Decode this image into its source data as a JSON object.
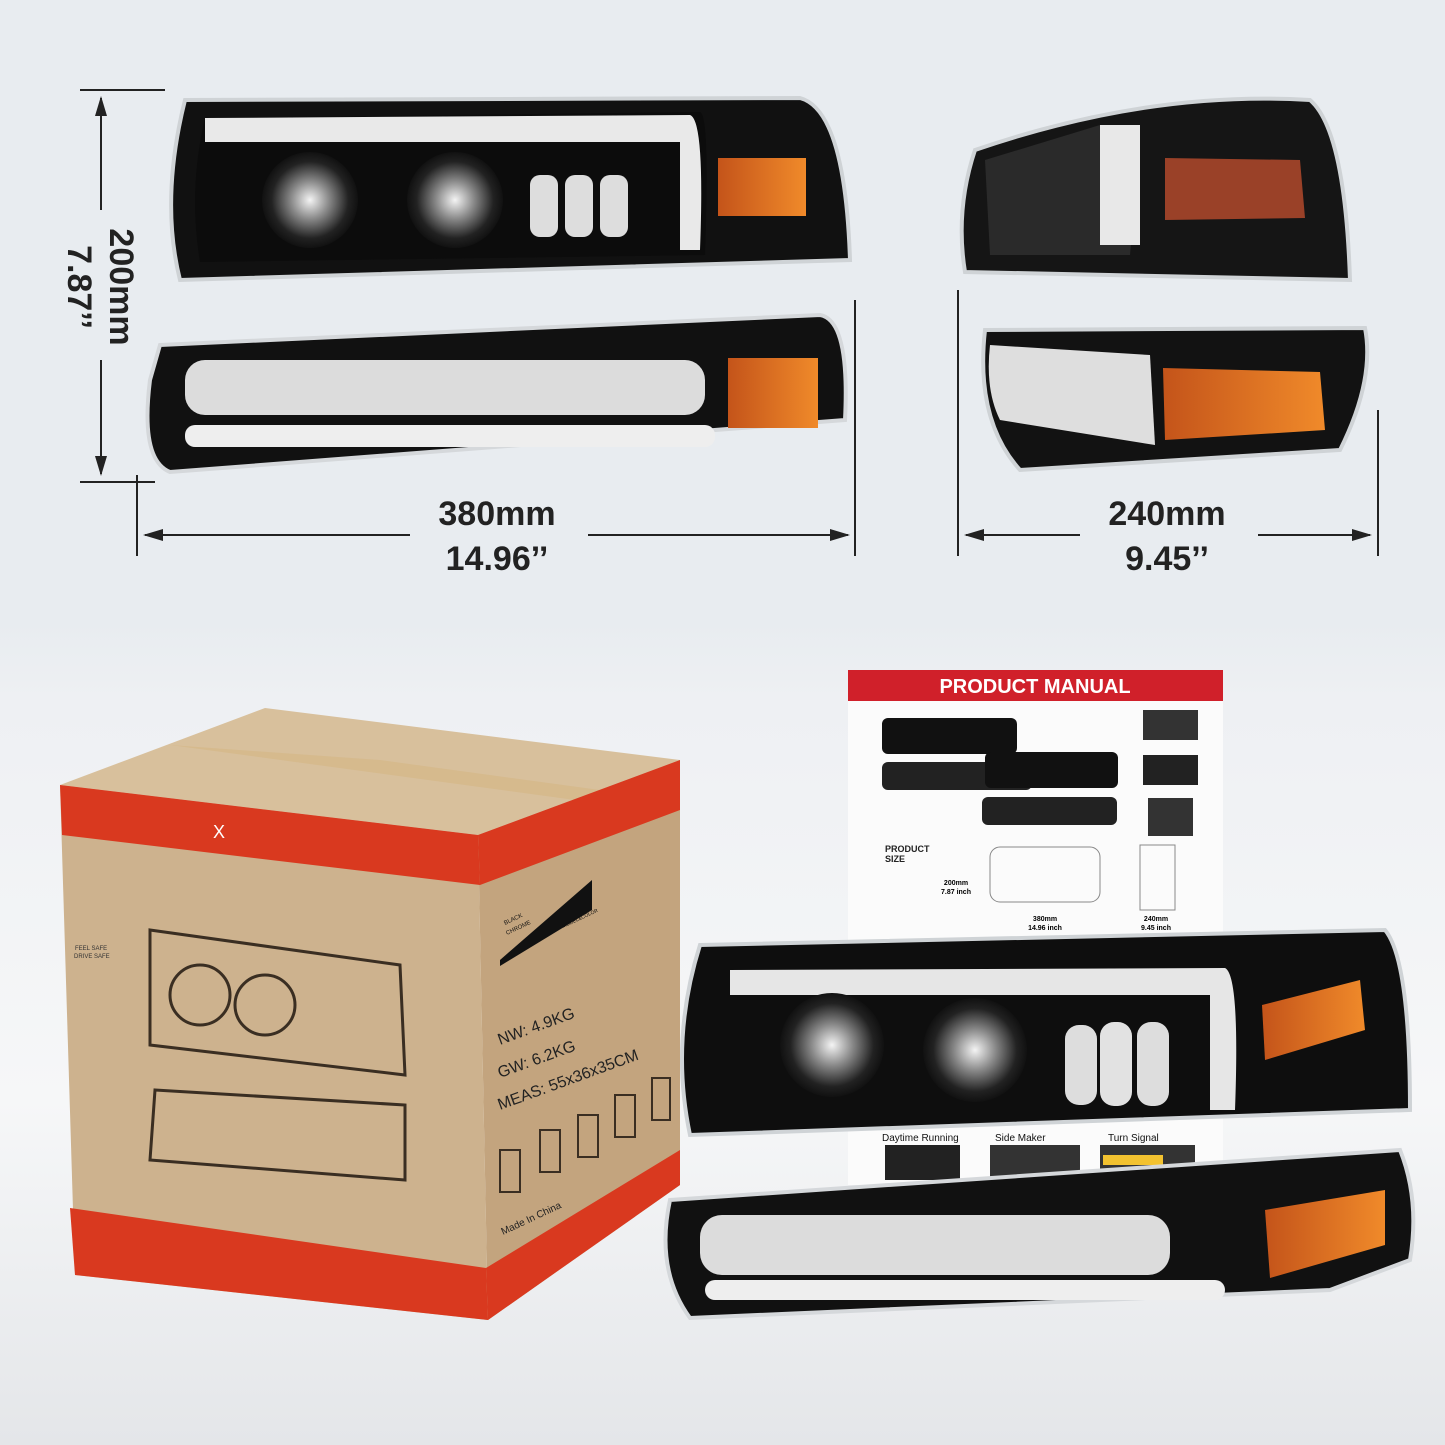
{
  "dimensions": {
    "height_mm": "200mm",
    "height_in": "7.87’’",
    "length_mm": "380mm",
    "length_in": "14.96’’",
    "depth_mm": "240mm",
    "depth_in": "9.45’’"
  },
  "box": {
    "slogan_1": "FEEL SAFE",
    "slogan_2": "DRIVE SAFE",
    "option_black": "BLACK",
    "option_chrome": "CHROME",
    "model_color": "MODEL&COLOR",
    "net_weight": "NW: 4.9KG",
    "gross_weight": "GW: 6.2KG",
    "measurements": "MEAS: 55x36x35CM",
    "origin": "Made In China",
    "mark": "X"
  },
  "manual": {
    "title": "PRODUCT MANUAL",
    "size_label_1": "PRODUCT",
    "size_label_2": "SIZE",
    "height_mm": "200mm",
    "height_in": "7.87 inch",
    "length_mm": "380mm",
    "length_in": "14.96 inch",
    "depth_mm": "240mm",
    "depth_in": "9.45 inch",
    "feature_1": "Daytime Running",
    "feature_2": "Side Maker",
    "feature_3": "Turn Signal"
  },
  "colors": {
    "background": "#e8ecf0",
    "manual_red": "#d0202a",
    "amber": "#e0741c",
    "box_red": "#d9391f",
    "cardboard": "#c9ae8a"
  }
}
